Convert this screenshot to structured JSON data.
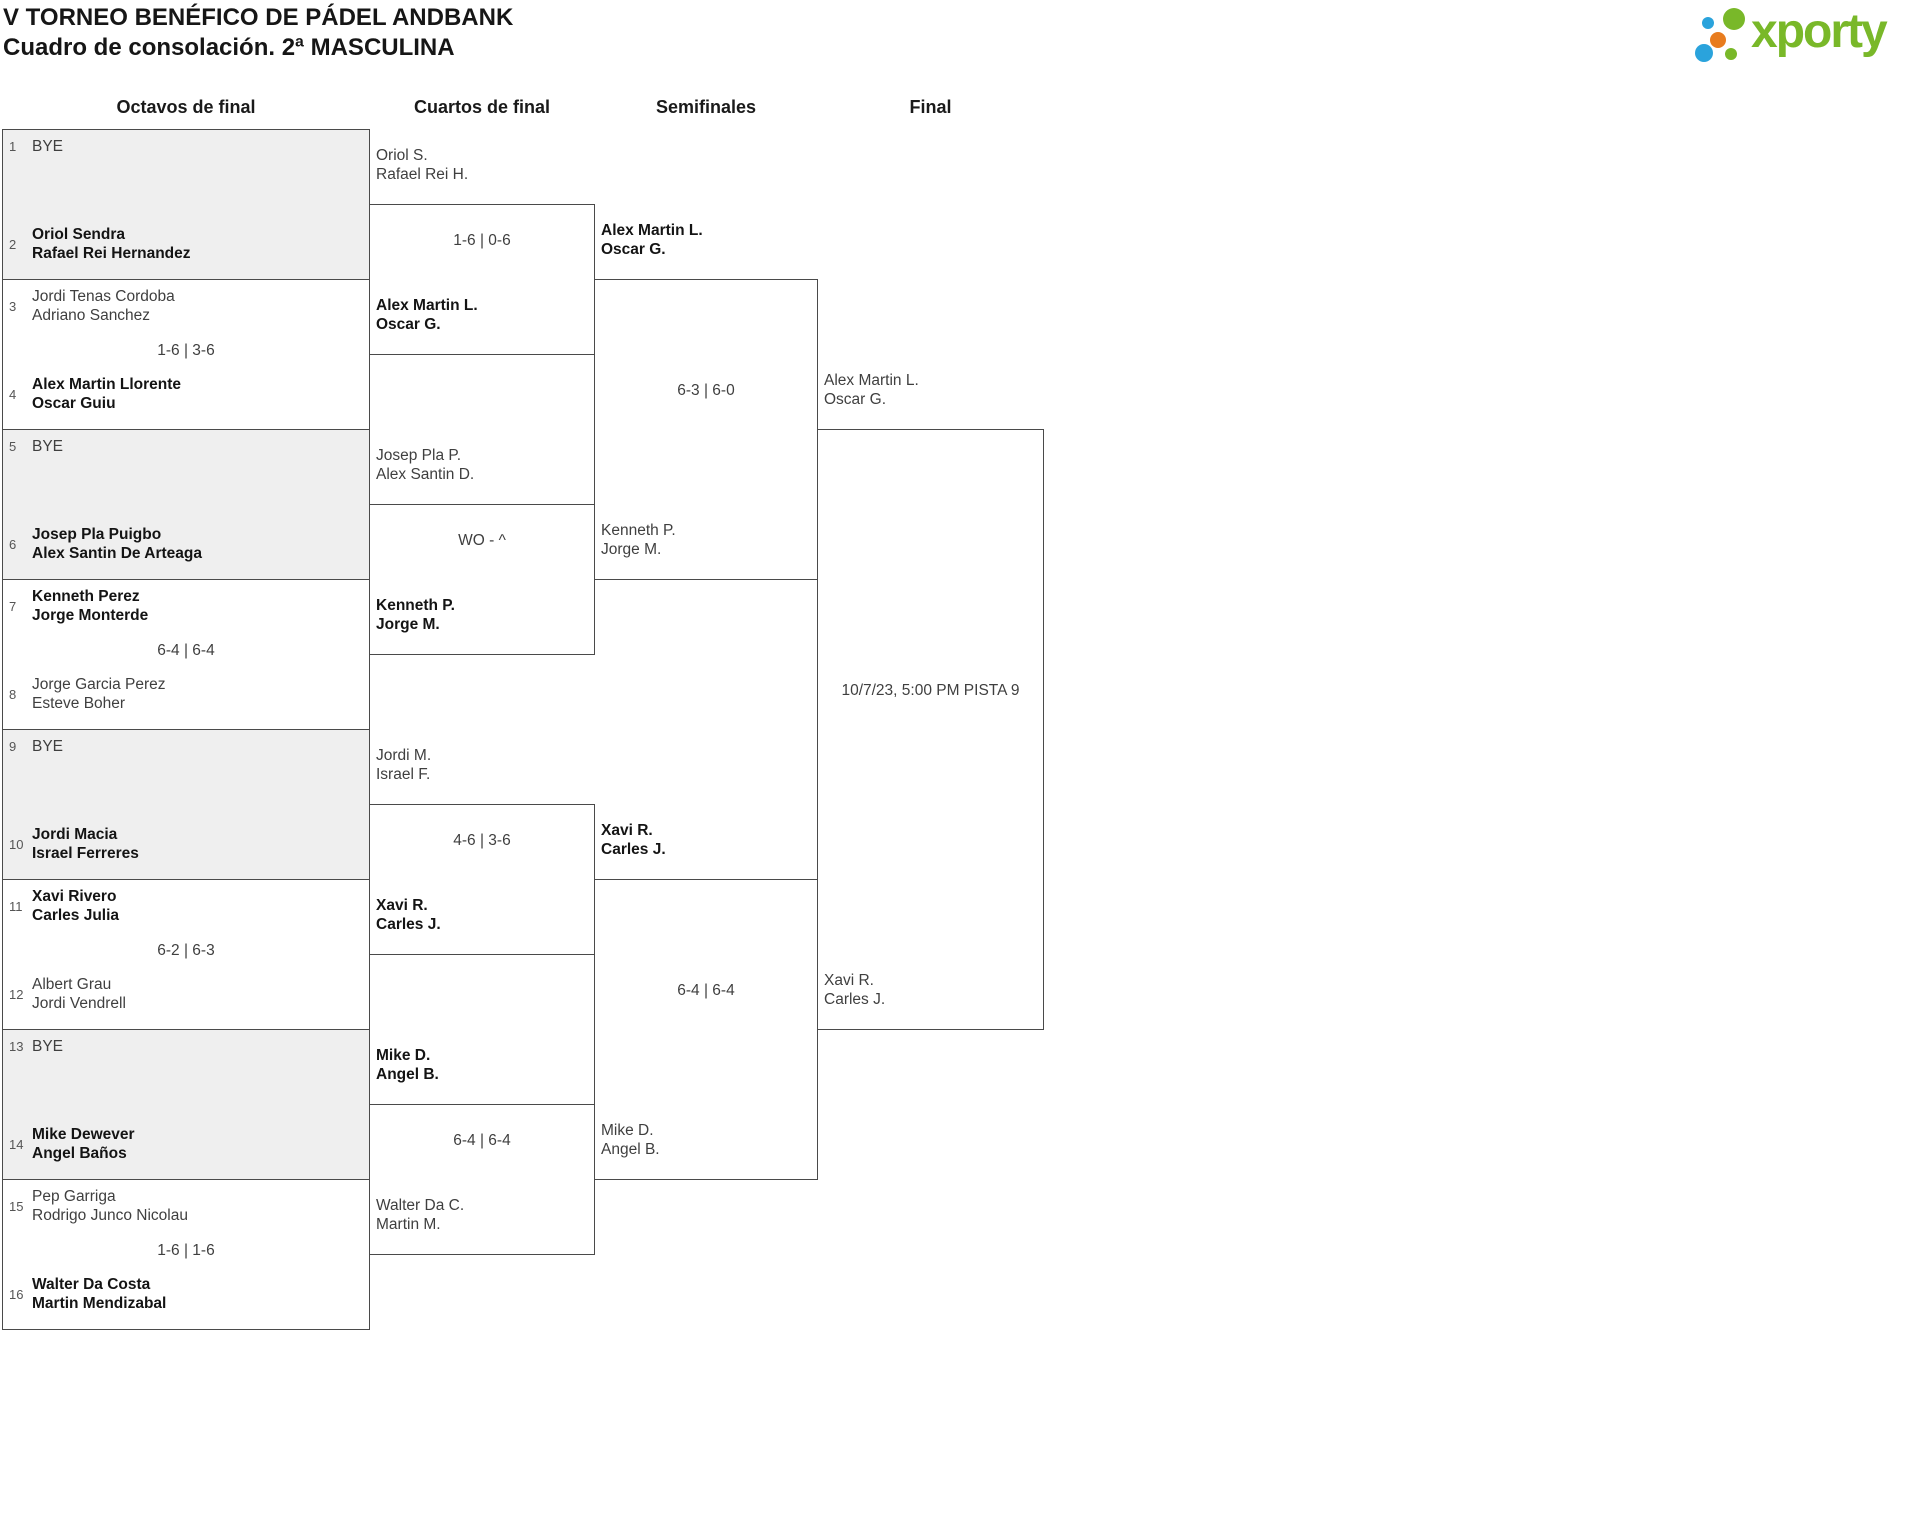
{
  "header": {
    "title": "V TORNEO BENÉFICO DE PÁDEL ANDBANK",
    "subtitle": "Cuadro de consolación. 2ª MASCULINA"
  },
  "logo": {
    "text": "xporty",
    "green": "#79b829",
    "blue": "#2aa3dc",
    "orange": "#e87c1e"
  },
  "colors": {
    "border": "#4a4a4a",
    "bye_background": "#efefef",
    "text": "#3f3f3f",
    "winner_text": "#141414"
  },
  "round_headers": [
    "Octavos de final",
    "Cuartos de final",
    "Semifinales",
    "Final"
  ],
  "octavos": [
    {
      "seed1": "1",
      "t1a": "BYE",
      "t1b": "",
      "w1": "normal",
      "seed2": "2",
      "t2a": "Oriol Sendra",
      "t2b": "Rafael Rei Hernandez",
      "w2": "bold",
      "score": "",
      "variant": "bye"
    },
    {
      "seed1": "3",
      "t1a": "Jordi Tenas Cordoba",
      "t1b": "Adriano Sanchez",
      "w1": "normal",
      "seed2": "4",
      "t2a": "Alex Martin Llorente",
      "t2b": "Oscar Guiu",
      "w2": "bold",
      "score": "1-6 | 3-6",
      "variant": "normal"
    },
    {
      "seed1": "5",
      "t1a": "BYE",
      "t1b": "",
      "w1": "normal",
      "seed2": "6",
      "t2a": "Josep Pla Puigbo",
      "t2b": "Alex Santin De Arteaga",
      "w2": "bold",
      "score": "",
      "variant": "bye"
    },
    {
      "seed1": "7",
      "t1a": "Kenneth Perez",
      "t1b": "Jorge Monterde",
      "w1": "bold",
      "seed2": "8",
      "t2a": "Jorge Garcia Perez",
      "t2b": "Esteve Boher",
      "w2": "normal",
      "score": "6-4 | 6-4",
      "variant": "normal"
    },
    {
      "seed1": "9",
      "t1a": "BYE",
      "t1b": "",
      "w1": "normal",
      "seed2": "10",
      "t2a": "Jordi Macia",
      "t2b": "Israel Ferreres",
      "w2": "bold",
      "score": "",
      "variant": "bye"
    },
    {
      "seed1": "11",
      "t1a": "Xavi Rivero",
      "t1b": "Carles Julia",
      "w1": "bold",
      "seed2": "12",
      "t2a": "Albert Grau",
      "t2b": "Jordi Vendrell",
      "w2": "normal",
      "score": "6-2 | 6-3",
      "variant": "normal"
    },
    {
      "seed1": "13",
      "t1a": "BYE",
      "t1b": "",
      "w1": "normal",
      "seed2": "14",
      "t2a": "Mike Dewever",
      "t2b": "Angel Baños",
      "w2": "bold",
      "score": "",
      "variant": "bye"
    },
    {
      "seed1": "15",
      "t1a": "Pep Garriga",
      "t1b": "Rodrigo Junco Nicolau",
      "w1": "normal",
      "seed2": "16",
      "t2a": "Walter Da Costa",
      "t2b": "Martin Mendizabal",
      "w2": "bold",
      "score": "1-6 | 1-6",
      "variant": "normal"
    }
  ],
  "cuartos": [
    {
      "t1a": "Oriol S.",
      "t1b": "Rafael Rei H.",
      "w1": "normal",
      "t2a": "Alex Martin L.",
      "t2b": "Oscar G.",
      "w2": "bold",
      "score": "1-6 | 0-6"
    },
    {
      "t1a": "Josep Pla P.",
      "t1b": "Alex Santin D.",
      "w1": "normal",
      "t2a": "Kenneth P.",
      "t2b": "Jorge M.",
      "w2": "bold",
      "score": "WO - ^"
    },
    {
      "t1a": "Jordi M.",
      "t1b": "Israel F.",
      "w1": "normal",
      "t2a": "Xavi R.",
      "t2b": "Carles J.",
      "w2": "bold",
      "score": "4-6 | 3-6"
    },
    {
      "t1a": "Mike D.",
      "t1b": "Angel B.",
      "w1": "bold",
      "t2a": "Walter Da C.",
      "t2b": "Martin M.",
      "w2": "normal",
      "score": "6-4 | 6-4"
    }
  ],
  "semifinales": [
    {
      "t1a": "Alex Martin L.",
      "t1b": "Oscar G.",
      "w1": "bold",
      "t2a": "Kenneth P.",
      "t2b": "Jorge M.",
      "w2": "normal",
      "score": "6-3 | 6-0"
    },
    {
      "t1a": "Xavi R.",
      "t1b": "Carles J.",
      "w1": "bold",
      "t2a": "Mike D.",
      "t2b": "Angel B.",
      "w2": "normal",
      "score": "6-4 | 6-4"
    }
  ],
  "final": {
    "t1a": "Alex Martin L.",
    "t1b": "Oscar G.",
    "w1": "normal",
    "t2a": "Xavi R.",
    "t2b": "Carles J.",
    "w2": "normal",
    "schedule": "10/7/23, 5:00 PM PISTA 9"
  }
}
